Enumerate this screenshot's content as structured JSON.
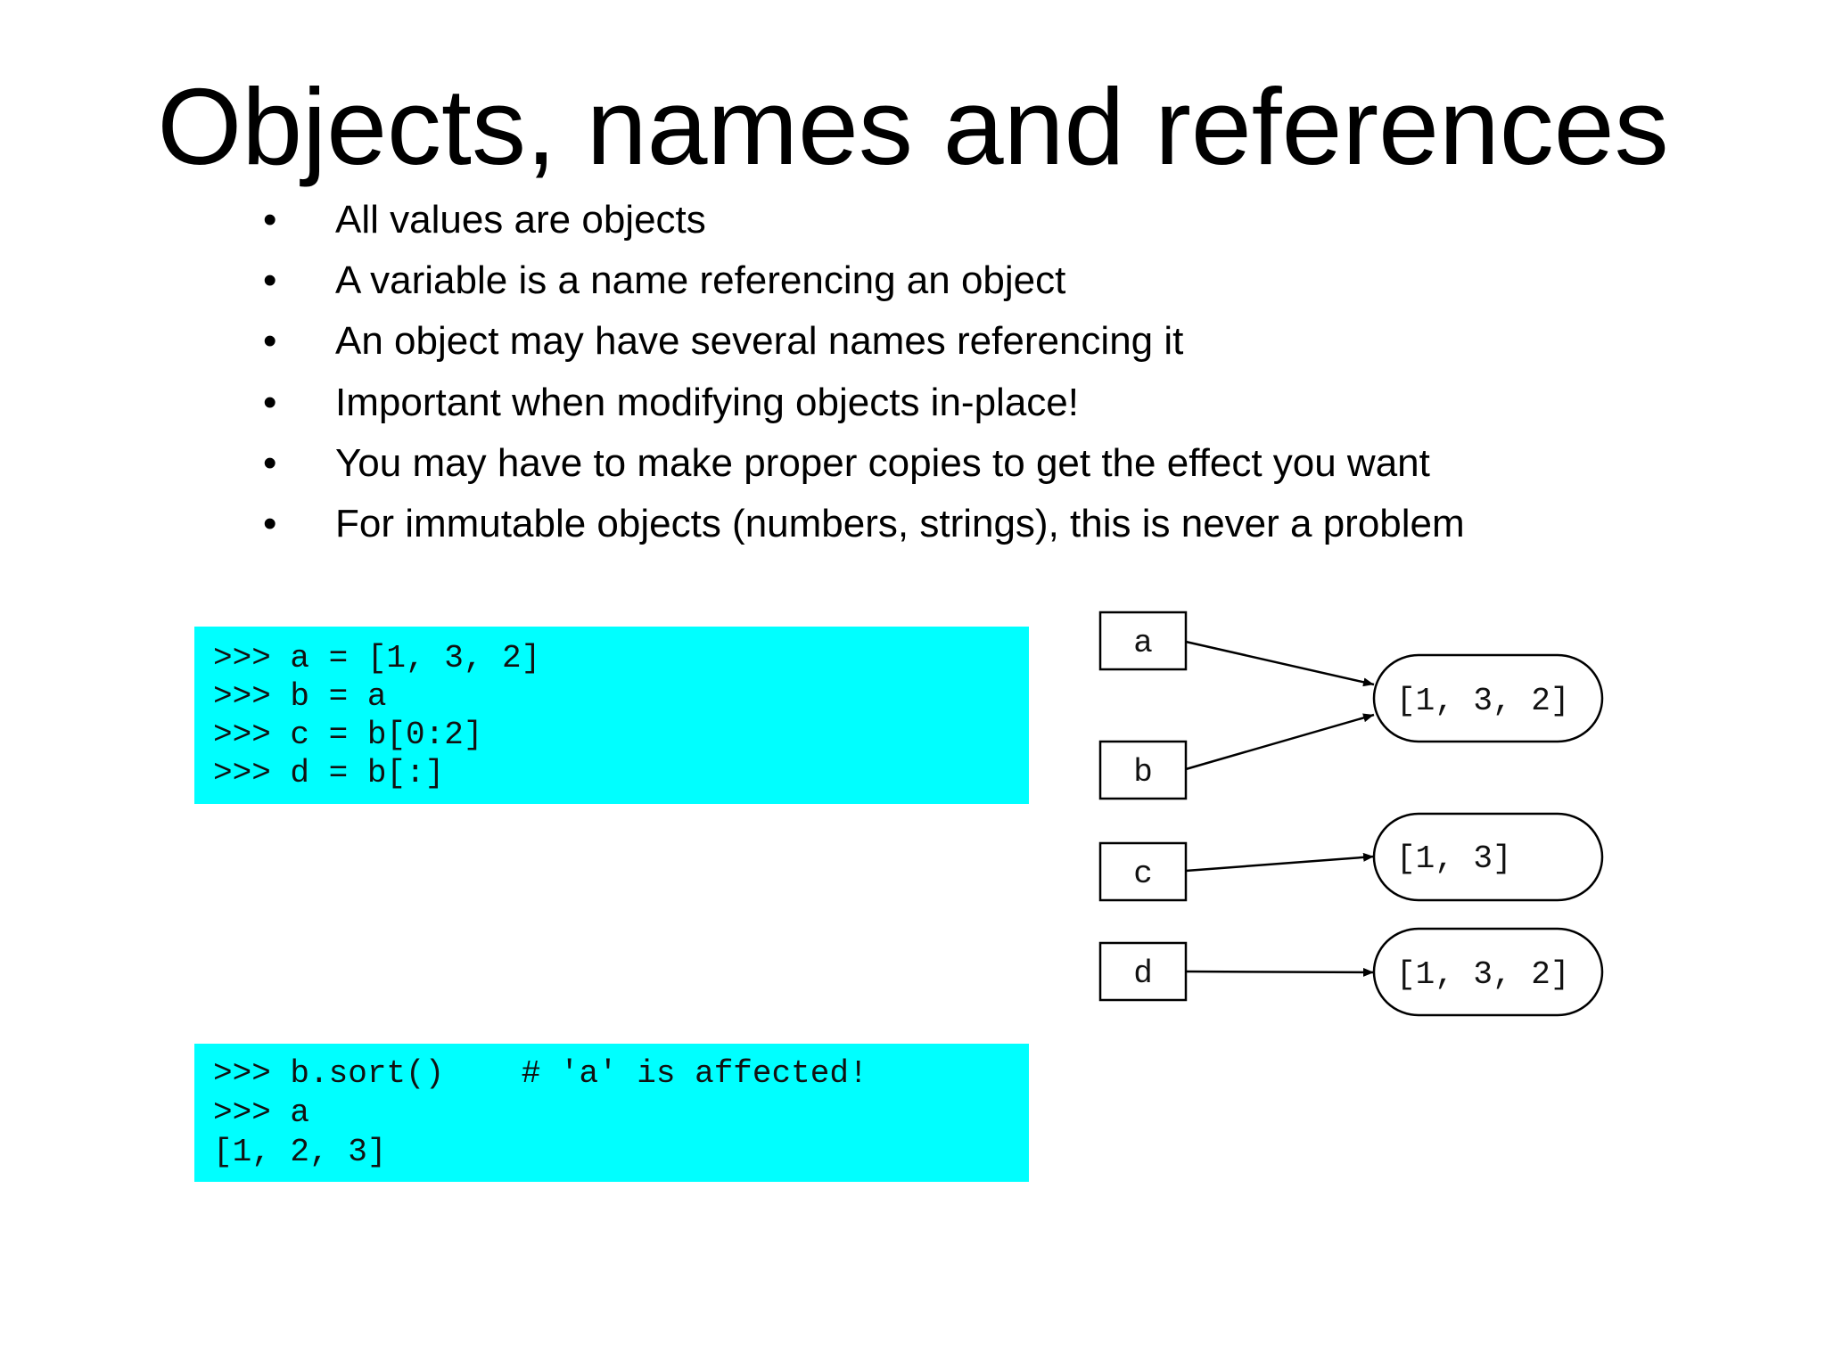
{
  "title": "Objects, names and references",
  "bullet_glyph": "•",
  "bullets": [
    "All values are objects",
    "A variable is a name referencing an object",
    "An object may have several names referencing it",
    "Important when modifying objects in-place!",
    "You may have to make proper copies to get the effect you want",
    "For immutable objects (numbers, strings), this is never a problem"
  ],
  "code_block_1": [
    ">>> a = [1, 3, 2]",
    ">>> b = a",
    ">>> c = b[0:2]",
    ">>> d = b[:]"
  ],
  "code_block_2": [
    ">>> b.sort()    # 'a' is affected!",
    ">>> a",
    "[1, 2, 3]"
  ],
  "code_background": "#00ffff",
  "diagram": {
    "names": [
      "a",
      "b",
      "c",
      "d"
    ],
    "objects": [
      "[1, 3, 2]",
      "[1, 3]",
      "[1, 3, 2]"
    ],
    "edges": [
      {
        "from": "a",
        "to": 0
      },
      {
        "from": "b",
        "to": 0
      },
      {
        "from": "c",
        "to": 1
      },
      {
        "from": "d",
        "to": 2
      }
    ]
  }
}
